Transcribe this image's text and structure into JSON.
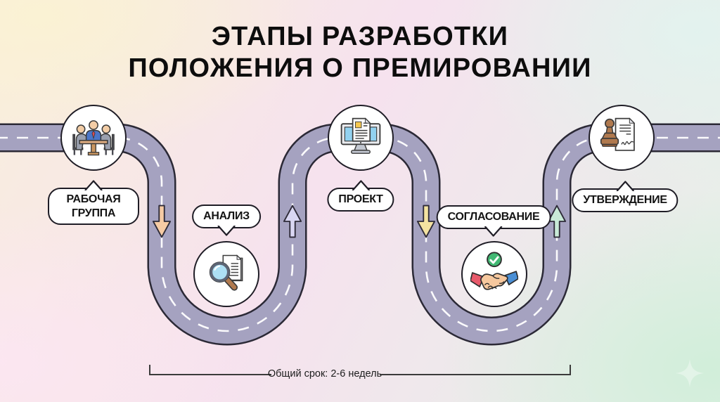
{
  "title": {
    "line1": "ЭТАПЫ РАЗРАБОТКИ",
    "line2": "ПОЛОЖЕНИЯ О ПРЕМИРОВАНИИ"
  },
  "stages": [
    {
      "label": "РАБОЧАЯ ГРУППА",
      "icon": "meeting-icon"
    },
    {
      "label": "АНАЛИЗ",
      "icon": "magnifier-documents-icon"
    },
    {
      "label": "ПРОЕКТ",
      "icon": "monitor-document-icon"
    },
    {
      "label": "СОГЛАСОВАНИЕ",
      "icon": "handshake-check-icon"
    },
    {
      "label": "УТВЕРЖДЕНИЕ",
      "icon": "stamp-document-icon"
    }
  ],
  "footer": {
    "duration_label": "Общий срок: 2-6 недель"
  },
  "road": {
    "fill": "#a5a2c0",
    "border": "#2b2936",
    "dash": "#ffffff"
  },
  "arrows": [
    {
      "direction": "down",
      "color": "#f6cba4"
    },
    {
      "direction": "up",
      "color": "#d9d6f2"
    },
    {
      "direction": "down",
      "color": "#f4e3a1"
    },
    {
      "direction": "up",
      "color": "#c8ead7"
    }
  ],
  "decor": {
    "sparkle_color": "#ffffff"
  }
}
